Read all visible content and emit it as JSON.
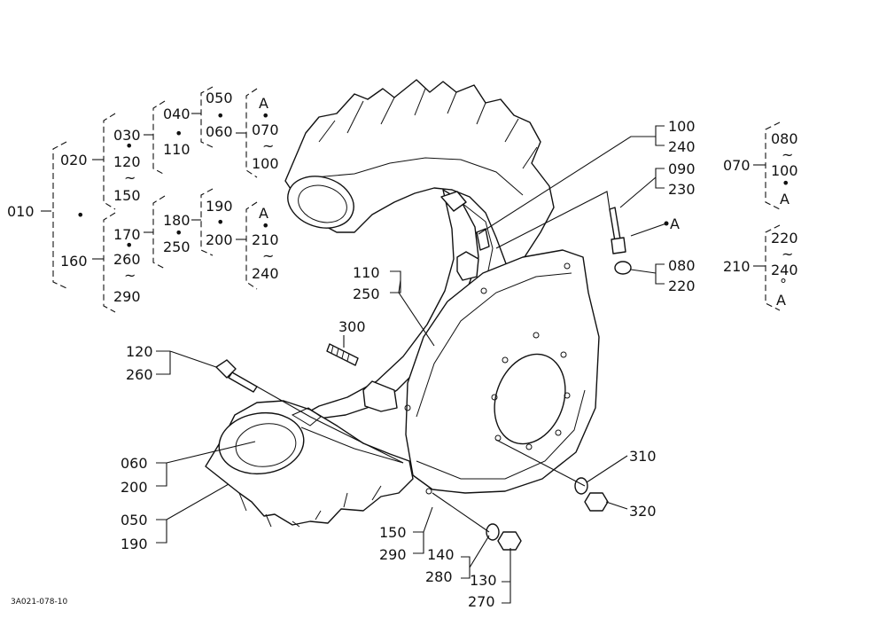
{
  "footer_code": "3A021-078-10",
  "glyph_dot": "•",
  "glyph_tilde": "~",
  "glyph_ring": "°",
  "tree_left": {
    "root": "010",
    "a": {
      "top": "020",
      "bottom": "160"
    },
    "b1": {
      "top": "030",
      "mid": "120",
      "bottom": "150"
    },
    "b2": {
      "top": "170",
      "mid": "260",
      "bottom": "290"
    },
    "c1": {
      "top": "040",
      "bottom": "110"
    },
    "c2": {
      "top": "180",
      "bottom": "250"
    },
    "d1": {
      "top": "050",
      "bottom": "060"
    },
    "d2": {
      "top": "190",
      "bottom": "200"
    },
    "e1": {
      "top": "A",
      "mid": "070",
      "bottom": "100"
    },
    "e2": {
      "top": "A",
      "mid": "210",
      "bottom": "240"
    }
  },
  "tree_right": {
    "r1": {
      "root": "070",
      "top": "080",
      "mid": "100",
      "bottom": "A"
    },
    "r2": {
      "root": "210",
      "top": "220",
      "mid": "240",
      "bottom": "A"
    }
  },
  "callouts": {
    "c100": "100",
    "c240": "240",
    "c090": "090",
    "c230": "230",
    "cA": "A",
    "c080": "080",
    "c220": "220",
    "c110": "110",
    "c250": "250",
    "c300": "300",
    "c120": "120",
    "c260": "260",
    "c060": "060",
    "c200": "200",
    "c050": "050",
    "c190": "190",
    "c150": "150",
    "c290": "290",
    "c140": "140",
    "c280": "280",
    "c130": "130",
    "c270": "270",
    "c310": "310",
    "c320": "320"
  }
}
